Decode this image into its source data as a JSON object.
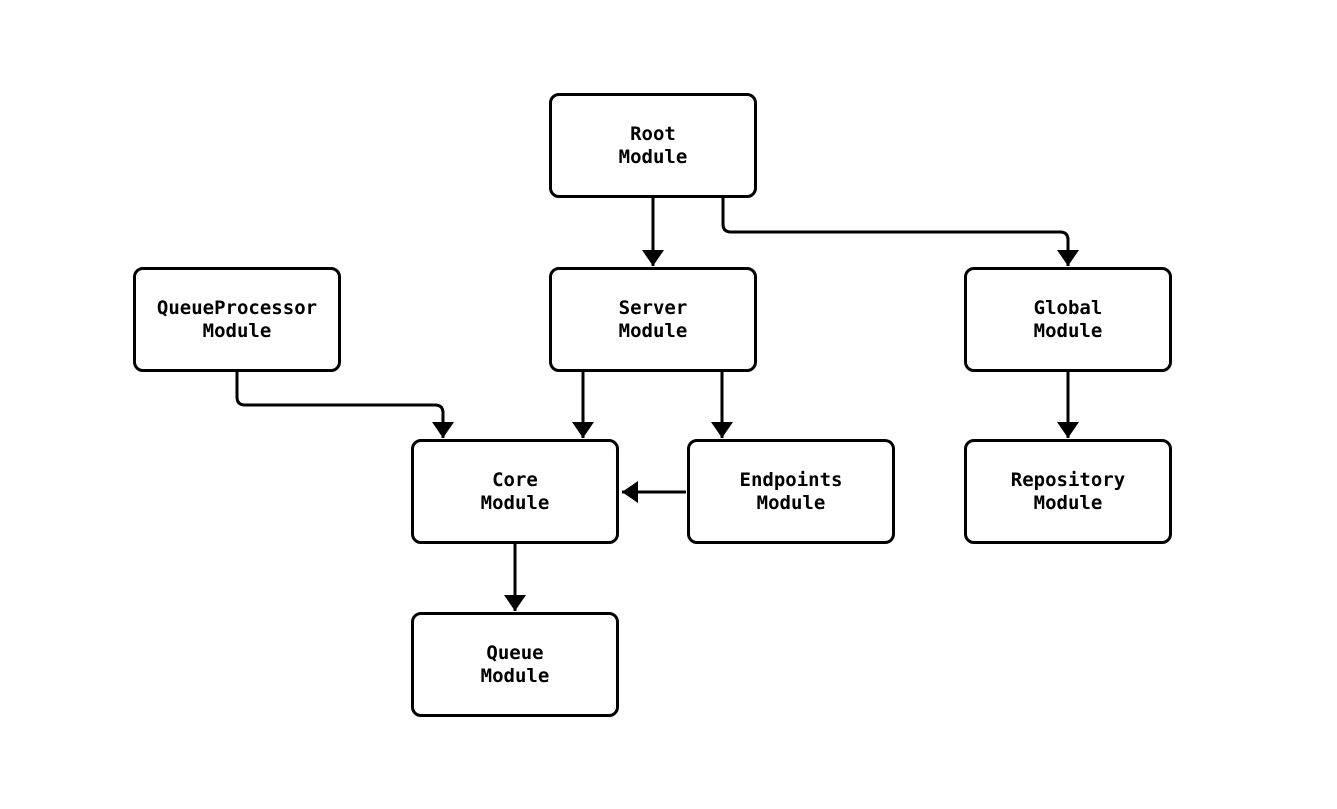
{
  "diagram": {
    "type": "flowchart",
    "direction": "top-down",
    "colors": {
      "background": "#ffffff",
      "node_fill": "#ffffff",
      "node_border": "#000000",
      "edge_stroke": "#000000",
      "label_text": "#000000"
    },
    "nodes": {
      "root": {
        "label": "Root\nModule"
      },
      "queue_processor": {
        "label": "QueueProcessor\nModule"
      },
      "server": {
        "label": "Server\nModule"
      },
      "global": {
        "label": "Global\nModule"
      },
      "core": {
        "label": "Core\nModule"
      },
      "endpoints": {
        "label": "Endpoints\nModule"
      },
      "repository": {
        "label": "Repository\nModule"
      },
      "queue": {
        "label": "Queue\nModule"
      }
    },
    "edges": [
      {
        "from": "Root Module",
        "to": "Server Module"
      },
      {
        "from": "Root Module",
        "to": "Global Module"
      },
      {
        "from": "QueueProcessor Module",
        "to": "Core Module"
      },
      {
        "from": "Server Module",
        "to": "Core Module"
      },
      {
        "from": "Server Module",
        "to": "Endpoints Module"
      },
      {
        "from": "Endpoints Module",
        "to": "Core Module"
      },
      {
        "from": "Global Module",
        "to": "Repository Module"
      },
      {
        "from": "Core Module",
        "to": "Queue Module"
      }
    ]
  }
}
